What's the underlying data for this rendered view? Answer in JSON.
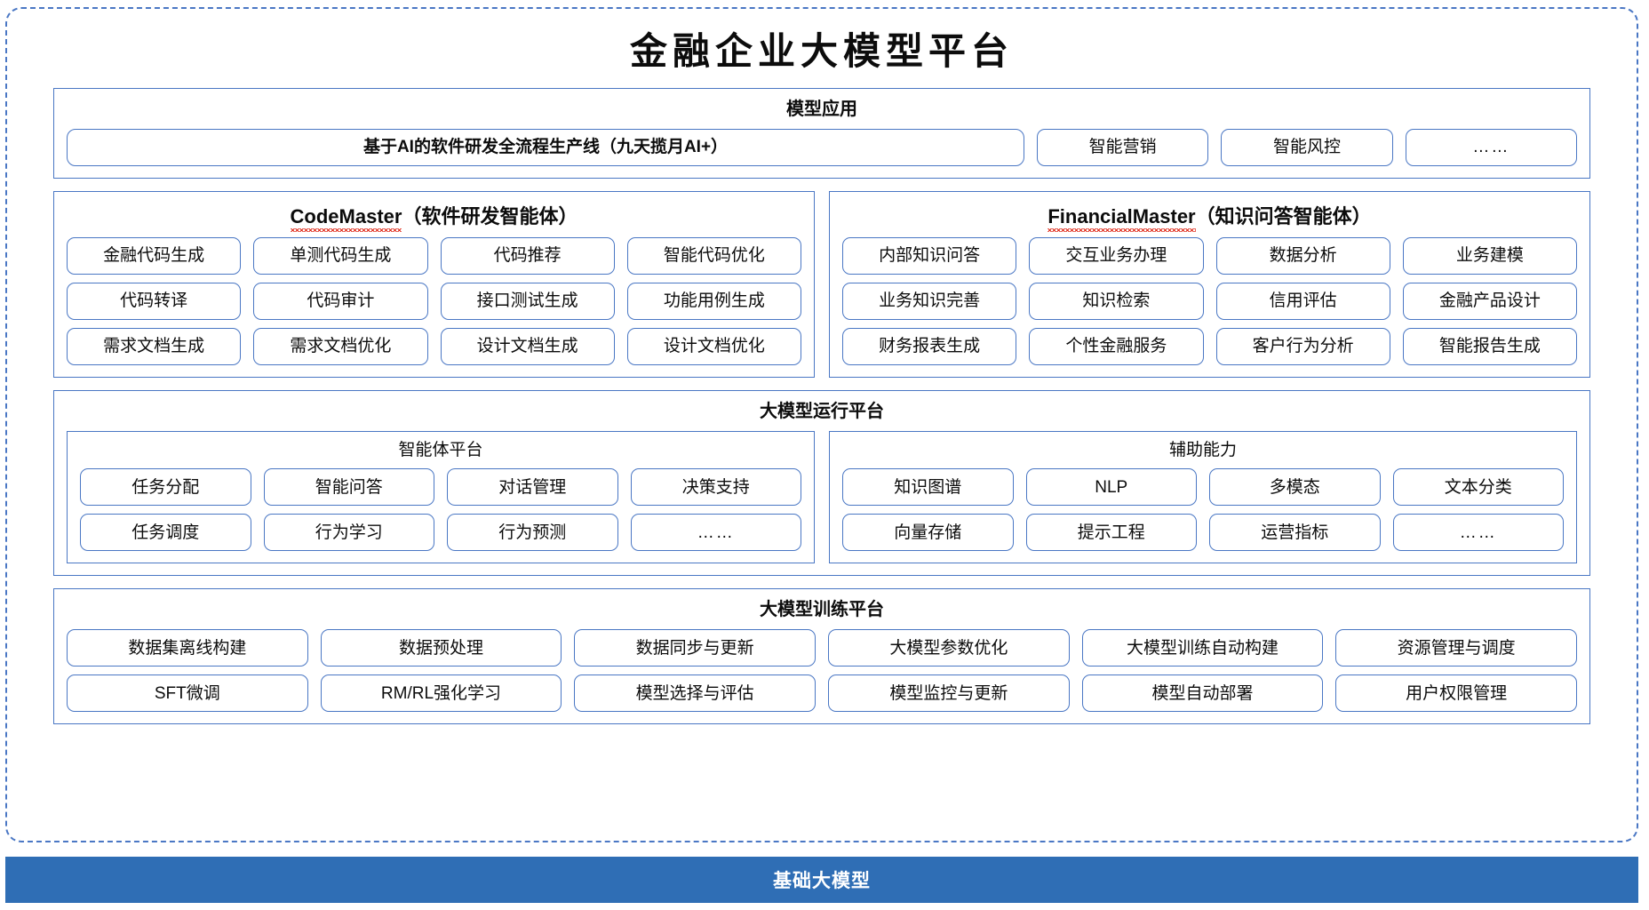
{
  "title": "金融企业大模型平台",
  "colors": {
    "border_blue": "#4a77c4",
    "footer_blue": "#2f6eb5",
    "spellcheck_red": "#e03020",
    "text": "#0c0c0c"
  },
  "model_application": {
    "title": "模型应用",
    "banner": "基于AI的软件研发全流程生产线（九天揽月AI+）",
    "items": [
      "智能营销",
      "智能风控",
      "……"
    ]
  },
  "agents": [
    {
      "name": "CodeMaster",
      "name_suffix": "（软件研发智能体）",
      "spellcheck_underline": true,
      "items": [
        "金融代码生成",
        "单测代码生成",
        "代码推荐",
        "智能代码优化",
        "代码转译",
        "代码审计",
        "接口测试生成",
        "功能用例生成",
        "需求文档生成",
        "需求文档优化",
        "设计文档生成",
        "设计文档优化"
      ]
    },
    {
      "name": "FinancialMaster",
      "name_suffix": "（知识问答智能体）",
      "spellcheck_underline": true,
      "items": [
        "内部知识问答",
        "交互业务办理",
        "数据分析",
        "业务建模",
        "业务知识完善",
        "知识检索",
        "信用评估",
        "金融产品设计",
        "财务报表生成",
        "个性金融服务",
        "客户行为分析",
        "智能报告生成"
      ]
    }
  ],
  "runtime_platform": {
    "title": "大模型运行平台",
    "columns": [
      {
        "title": "智能体平台",
        "items": [
          "任务分配",
          "智能问答",
          "对话管理",
          "决策支持",
          "任务调度",
          "行为学习",
          "行为预测",
          "……"
        ]
      },
      {
        "title": "辅助能力",
        "items": [
          "知识图谱",
          "NLP",
          "多模态",
          "文本分类",
          "向量存储",
          "提示工程",
          "运营指标",
          "……"
        ]
      }
    ]
  },
  "training_platform": {
    "title": "大模型训练平台",
    "items": [
      "数据集离线构建",
      "数据预处理",
      "数据同步与更新",
      "大模型参数优化",
      "大模型训练自动构建",
      "资源管理与调度",
      "SFT微调",
      "RM/RL强化学习",
      "模型选择与评估",
      "模型监控与更新",
      "模型自动部署",
      "用户权限管理"
    ]
  },
  "footer": {
    "label": "基础大模型"
  }
}
